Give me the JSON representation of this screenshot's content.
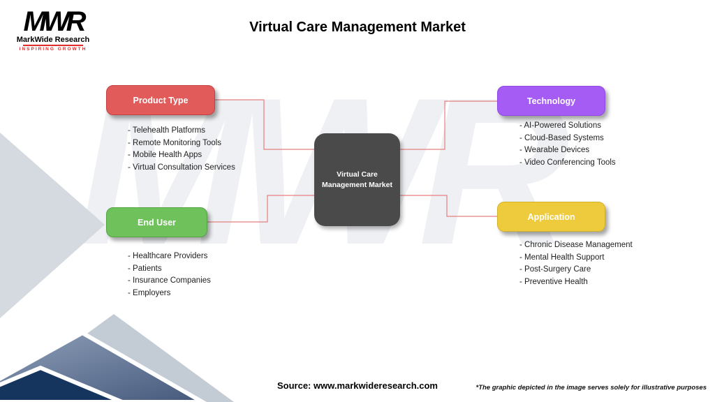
{
  "page": {
    "title": "Virtual Care Management Market",
    "source": "Source: www.markwideresearch.com",
    "disclaimer": "*The graphic depicted in the image serves solely for illustrative purposes",
    "watermark": "MWR"
  },
  "logo": {
    "monogram": "MWR",
    "brand": "MarkWide Research",
    "tagline": "Inspiring Growth"
  },
  "center_node": {
    "label": "Virtual Care Management Market",
    "line1": "Virtual Care",
    "line2": "Management Market",
    "fill": "#4a4a4a"
  },
  "colors": {
    "connector": "#e57f7f"
  },
  "segments": {
    "product_type": {
      "label": "Product Type",
      "color": "#e15b5b",
      "border": "#c43f3f",
      "items": [
        "- Telehealth Platforms",
        "- Remote Monitoring Tools",
        "- Mobile Health Apps",
        "- Virtual Consultation Services"
      ]
    },
    "technology": {
      "label": "Technology",
      "color": "#a55cf5",
      "border": "#9049e0",
      "items": [
        "- AI-Powered Solutions",
        "- Cloud-Based Systems",
        "- Wearable Devices",
        "- Video Conferencing Tools"
      ]
    },
    "end_user": {
      "label": "End User",
      "color": "#6fc15c",
      "border": "#55a244",
      "items": [
        "- Healthcare Providers",
        "- Patients",
        "- Insurance Companies",
        "- Employers"
      ]
    },
    "application": {
      "label": "Application",
      "color": "#eecb3c",
      "border": "#d3b22b",
      "items": [
        "- Chronic Disease Management",
        "- Mental Health Support",
        "- Post-Surgery Care",
        "- Preventive Health"
      ]
    }
  }
}
